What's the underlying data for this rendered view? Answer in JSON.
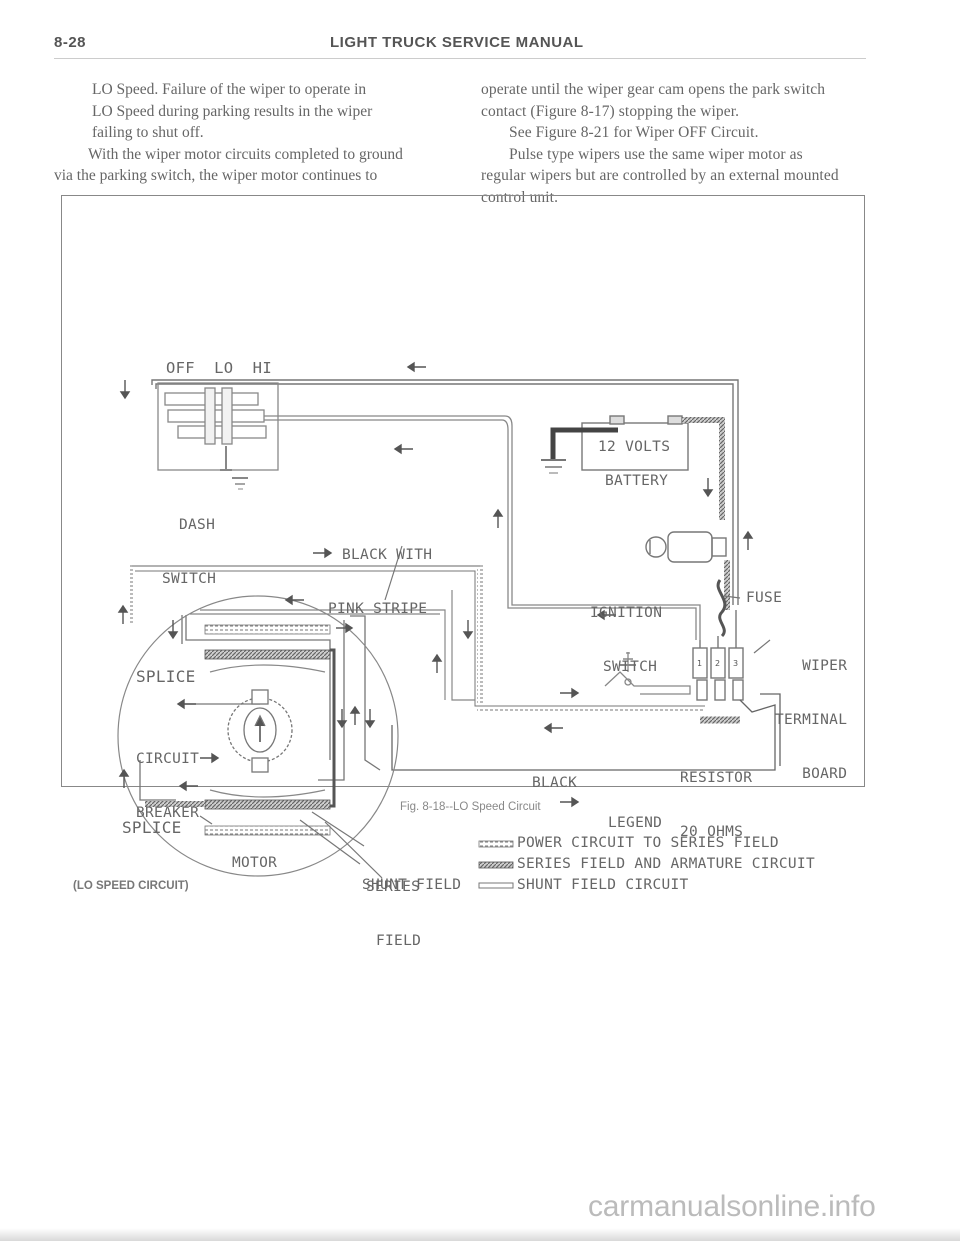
{
  "header": {
    "page_number": "8-28",
    "title": "LIGHT TRUCK SERVICE MANUAL"
  },
  "body_text": {
    "left": [
      "LO Speed. Failure of the wiper to operate in",
      "LO Speed during parking results in the wiper",
      "failing to shut off.",
      "With the wiper motor circuits completed to ground",
      "via the parking switch, the wiper motor continues to"
    ],
    "right": [
      "operate until the wiper gear cam opens the park switch",
      "contact (Figure 8-17) stopping the wiper.",
      "See Figure 8-21 for Wiper OFF Circuit.",
      "Pulse type wipers use the same wiper motor as",
      "regular wipers but are controlled by an external mounted",
      "control unit."
    ]
  },
  "diagram": {
    "switch_positions": "OFF  LO  HI",
    "dash_switch": [
      "DASH",
      "SWITCH"
    ],
    "wire_label": [
      "BLACK WITH",
      "PINK STRIPE"
    ],
    "battery_volts": "12 VOLTS",
    "battery_label": "BATTERY",
    "ignition": [
      "IGNITION",
      "SWITCH"
    ],
    "fuse": "FUSE",
    "wiper_board": [
      "WIPER",
      "TERMINAL",
      "BOARD"
    ],
    "splice": "SPLICE",
    "circuit_breaker": [
      "CIRCUIT",
      "BREAKER"
    ],
    "resistor": [
      "RESISTOR",
      "20 OHMS"
    ],
    "black": "BLACK",
    "motor": "MOTOR",
    "series_field": [
      "SERIES",
      "FIELD"
    ],
    "shunt_field": "SHUNT FIELD",
    "circuit_name": "(LO SPEED CIRCUIT)",
    "terminals": [
      "1",
      "2",
      "3"
    ],
    "legend": {
      "title": "LEGEND",
      "items": [
        "POWER CIRCUIT TO SERIES FIELD",
        "SERIES FIELD AND ARMATURE CIRCUIT",
        "SHUNT FIELD CIRCUIT"
      ]
    }
  },
  "caption": "Fig. 8-18--LO Speed Circuit",
  "watermark": "carmanualsonline.info"
}
